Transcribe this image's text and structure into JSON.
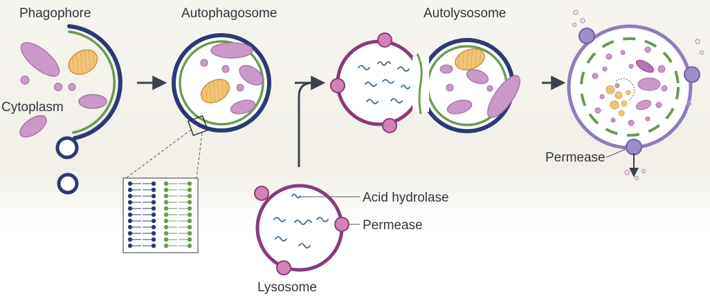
{
  "labels": {
    "phagophore": "Phagophore",
    "cytoplasm": "Cytoplasm",
    "autophagosome": "Autophagosome",
    "autolysosome": "Autolysosome",
    "acid_hydrolase": "Acid hydrolase",
    "permease_lysosome": "Permease",
    "permease_final": "Permease",
    "lysosome": "Lysosome"
  },
  "colors": {
    "membrane_outer": "#2b3a73",
    "membrane_inner": "#6b9a52",
    "lysosome_membrane": "#8a3a78",
    "organelle": "#c999c8",
    "mitochondrion": "#f1c478",
    "hydrolase": "#3a6a8e",
    "permease_pink": "#d482b6",
    "permease_purple": "#9d8ec8",
    "arrow": "#3a4250",
    "background_band": "#f4f2ec"
  },
  "icons": [
    "arrow-right-icon",
    "permease-channel-icon",
    "membrane-bilayer-inset-icon"
  ]
}
